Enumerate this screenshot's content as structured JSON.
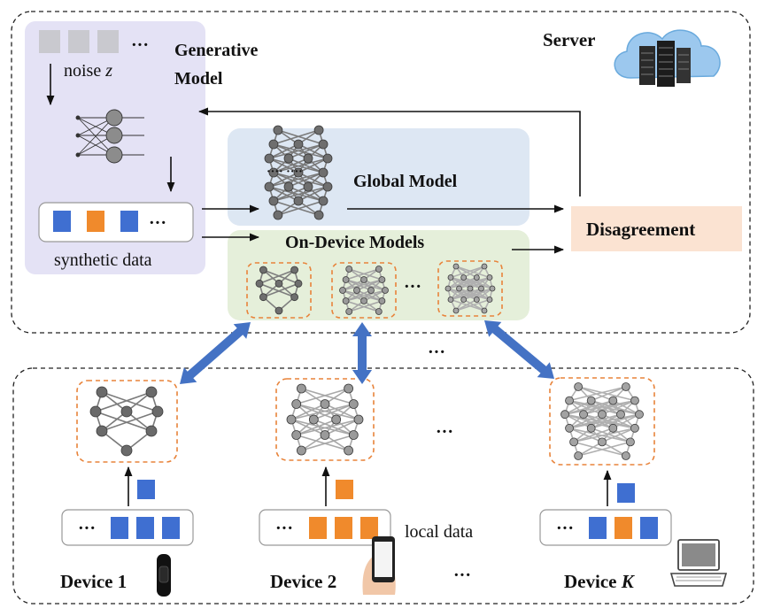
{
  "server": {
    "label": "Server",
    "generative_model": {
      "title_line1": "Generative",
      "title_line2": "Model",
      "noise_label": "noise ",
      "noise_var": "z",
      "ellipsis": "···",
      "synthetic_label": "synthetic data",
      "synthetic_colors": [
        "#3f6fd1",
        "#f08a2c",
        "#3f6fd1"
      ]
    },
    "global_model": {
      "label": "Global Model",
      "ellipsis": "····  ····"
    },
    "on_device_models": {
      "label": "On-Device Models",
      "ellipsis": "···"
    },
    "disagreement": {
      "label": "Disagreement"
    }
  },
  "between_ellipsis": "···",
  "devices": [
    {
      "label": "Device 1",
      "italic_suffix": "",
      "sample_color": "#3f6fd1",
      "data_colors": [
        "#3f6fd1",
        "#3f6fd1",
        "#3f6fd1"
      ],
      "device_icon": "smartwatch-icon"
    },
    {
      "label": "Device 2",
      "italic_suffix": "",
      "sample_color": "#f08a2c",
      "data_colors": [
        "#f08a2c",
        "#f08a2c",
        "#f08a2c"
      ],
      "device_icon": "smartphone-icon"
    },
    {
      "label": "Device ",
      "italic_suffix": "K",
      "sample_color": "#3f6fd1",
      "data_colors": [
        "#3f6fd1",
        "#f08a2c",
        "#3f6fd1"
      ],
      "device_icon": "laptop-icon"
    }
  ],
  "local_data_label": "local data",
  "device_row_ellipsis": "···",
  "device_label_ellipsis": "···",
  "colors": {
    "generative_bg": "#e4e2f5",
    "global_bg": "#dde7f3",
    "ondevice_bg": "#e5efda",
    "disagreement_bg": "#fbe3d2",
    "arrow_blue": "#4472c4",
    "dash_orange": "#e8833a"
  }
}
